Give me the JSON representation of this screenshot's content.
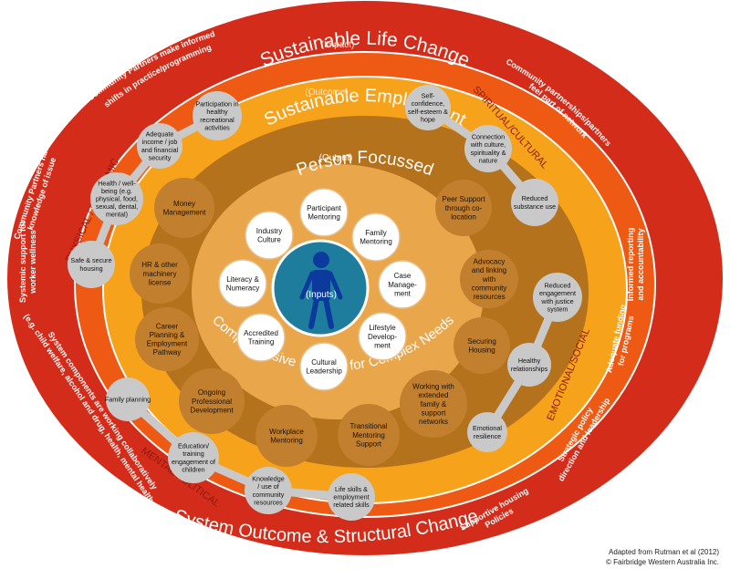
{
  "colors": {
    "outer_ring": "#d42c1a",
    "life_ring": "#ee5a14",
    "employment_ring": "#f7a21b",
    "person_ring": "#b5721c",
    "core": "#eaa64a",
    "inputs_circle": "#1e7d9c",
    "grey_bubble": "#c9c9c9",
    "brown_bubble": "#c27f2e",
    "white_bubble": "#ffffff"
  },
  "titles": {
    "community_outcome": "Community Outcome",
    "impact": "(Impact)",
    "sustainable_life_change": "Sustainable Life Change",
    "outcome": "(Outcome)",
    "sustainable_employment": "Sustainable Employment",
    "output": "(Output)",
    "person_focussed": "Person Focussed",
    "comprehensive_support": "Comprehensive Support for Complex Needs",
    "system_outcome": "System Outcome & Structural Change",
    "inputs": "(Inputs)"
  },
  "domains": {
    "physical_economic": "PHYSICAL / ECONOMIC",
    "spiritual_cultural": "SPIRITUAL/CULTURAL",
    "emotional_social": "EMOTIONAL/SOCIAL",
    "mental_political": "MENTAL/POLITICAL"
  },
  "outer_labels": {
    "ul1": "Community Partners make informed",
    "ul2": "shifts in practice/programming",
    "ur1": "Community partnerships/partners",
    "ur2": "feel part of network",
    "l1a": "Community Partners have",
    "l1b": "knowledge of issue",
    "l2a": "Systemic support for",
    "l2b": "worker wellness",
    "l3a": "System components are working collaboratively",
    "l3b": "(e.g. child welfare, alcohol and drug, health, mental health etc.)",
    "r1a": "Informed reporting",
    "r1b": "and accountability",
    "r2a": "Adequate funding",
    "r2b": "for programs",
    "r3a": "Strategic policy",
    "r3b": "direction and leadership",
    "r4a": "Supportive housing",
    "r4b": "Policies"
  },
  "grey_nodes": [
    {
      "lines": [
        "Participation in",
        "healthy",
        "recreational",
        "activities"
      ]
    },
    {
      "lines": [
        "Adequate",
        "income / job",
        "and financial",
        "security"
      ]
    },
    {
      "lines": [
        "Health / well-",
        "being (e.g.",
        "physical, food,",
        "sexual, dental,",
        "mental)"
      ]
    },
    {
      "lines": [
        "Safe & secure",
        "housing"
      ]
    },
    {
      "lines": [
        "Self-",
        "confidence,",
        "self-esteem &",
        "hope"
      ]
    },
    {
      "lines": [
        "Connection",
        "with culture,",
        "spirituality &",
        "nature"
      ]
    },
    {
      "lines": [
        "Reduced",
        "substance use"
      ]
    },
    {
      "lines": [
        "Reduced",
        "engagement",
        "with justice",
        "system"
      ]
    },
    {
      "lines": [
        "Healthy",
        "relationships"
      ]
    },
    {
      "lines": [
        "Emotional",
        "resilience"
      ]
    },
    {
      "lines": [
        "Family planning"
      ]
    },
    {
      "lines": [
        "Education/",
        "training",
        "engagement of",
        "children"
      ]
    },
    {
      "lines": [
        "Knowledge",
        "/ use of",
        "community",
        "resources"
      ]
    },
    {
      "lines": [
        "Life skills &",
        "employment",
        "related skills"
      ]
    }
  ],
  "brown_nodes": [
    {
      "lines": [
        "Money",
        "Management"
      ]
    },
    {
      "lines": [
        "HR & other",
        "machinery",
        "license"
      ]
    },
    {
      "lines": [
        "Career",
        "Planning &",
        "Employment",
        "Pathway"
      ]
    },
    {
      "lines": [
        "Ongoing",
        "Professional",
        "Development"
      ]
    },
    {
      "lines": [
        "Workplace",
        "Mentoring"
      ]
    },
    {
      "lines": [
        "Transitional",
        "Mentoring",
        "Support"
      ]
    },
    {
      "lines": [
        "Working with",
        "extended",
        "family &",
        "support",
        "networks"
      ]
    },
    {
      "lines": [
        "Securing",
        "Housing"
      ]
    },
    {
      "lines": [
        "Advocacy",
        "and linking",
        "with",
        "community",
        "resources"
      ]
    },
    {
      "lines": [
        "Peer Support",
        "through co-",
        "location"
      ]
    }
  ],
  "white_nodes": [
    {
      "lines": [
        "Participant",
        "Mentoring"
      ]
    },
    {
      "lines": [
        "Family",
        "Mentoring"
      ]
    },
    {
      "lines": [
        "Case",
        "Manage-",
        "ment"
      ]
    },
    {
      "lines": [
        "Lifestyle",
        "Develop-",
        "ment"
      ]
    },
    {
      "lines": [
        "Cultural",
        "Leadership"
      ]
    },
    {
      "lines": [
        "Accredited",
        "Training"
      ]
    },
    {
      "lines": [
        "Literacy  &",
        "Numeracy"
      ]
    },
    {
      "lines": [
        "Industry",
        "Culture"
      ]
    }
  ],
  "credit": {
    "line1": "Adapted from Rutman et al (2012)",
    "line2": "© Fairbridge Western Australia Inc."
  }
}
